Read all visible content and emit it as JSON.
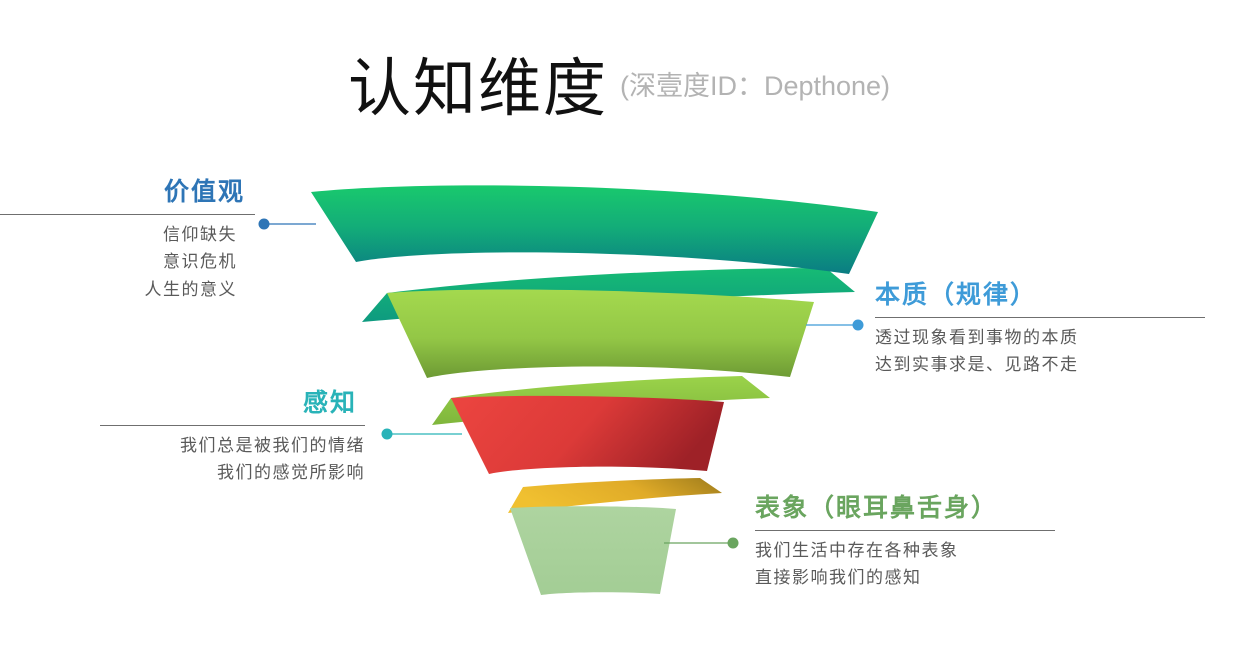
{
  "title": {
    "main": "认知维度",
    "sub": "(深壹度ID：Depthone)"
  },
  "colors": {
    "values_accent": "#2E75B6",
    "essence_accent": "#3E9BD8",
    "perceive_accent": "#29B3B8",
    "surface_accent": "#6AA55F",
    "layer1_top": "#18c070",
    "layer1_bottom": "#0b7f80",
    "layer2_top": "#9ed34a",
    "layer2_bottom": "#6f9b33",
    "layer3_left": "#e8423f",
    "layer3_right": "#a32328",
    "layer4": "#a9cf9a",
    "ribbon1": "#12a876",
    "ribbon2": "#8ec63f",
    "ribbon3": "#e8b62e",
    "rule": "#6f6f6f",
    "body_text": "#5a5a5a",
    "title_sub": "#b3b3b3"
  },
  "callouts": [
    {
      "id": "values",
      "heading": "价值观",
      "lines": [
        "信仰缺失",
        "意识危机",
        "人生的意义"
      ],
      "accent": "#2E75B6",
      "side": "left"
    },
    {
      "id": "essence",
      "heading": "本质（规律）",
      "lines": [
        "透过现象看到事物的本质",
        "达到实事求是、见路不走"
      ],
      "accent": "#3E9BD8",
      "side": "right"
    },
    {
      "id": "perceive",
      "heading": "感知",
      "lines": [
        "我们总是被我们的情绪",
        "我们的感觉所影响"
      ],
      "accent": "#29B3B8",
      "side": "left"
    },
    {
      "id": "surface",
      "heading": "表象（眼耳鼻舌身）",
      "lines": [
        "我们生活中存在各种表象",
        "直接影响我们的感知"
      ],
      "accent": "#6AA55F",
      "side": "right"
    }
  ],
  "chart_data": {
    "type": "funnel",
    "title": "认知维度",
    "orientation": "vertical-descending",
    "note": "Spiral funnel with 4 colored stages connected by ribbons; widest at top, narrowest at bottom.",
    "stages": [
      {
        "rank": 1,
        "label": "价值观",
        "sublabels": [
          "信仰缺失",
          "意识危机",
          "人生的意义"
        ],
        "color": "#18c070",
        "relative_width": 1.0
      },
      {
        "rank": 2,
        "label": "本质（规律）",
        "sublabels": [
          "透过现象看到事物的本质",
          "达到实事求是、见路不走"
        ],
        "color": "#9ed34a",
        "relative_width": 0.76
      },
      {
        "rank": 3,
        "label": "感知",
        "sublabels": [
          "我们总是被我们的情绪",
          "我们的感觉所影响"
        ],
        "color": "#e8423f",
        "relative_width": 0.5
      },
      {
        "rank": 4,
        "label": "表象（眼耳鼻舌身）",
        "sublabels": [
          "我们生活中存在各种表象",
          "直接影响我们的感知"
        ],
        "color": "#a9cf9a",
        "relative_width": 0.33
      }
    ],
    "xlabel": "",
    "ylabel": "",
    "legend": "none",
    "grid": false
  }
}
